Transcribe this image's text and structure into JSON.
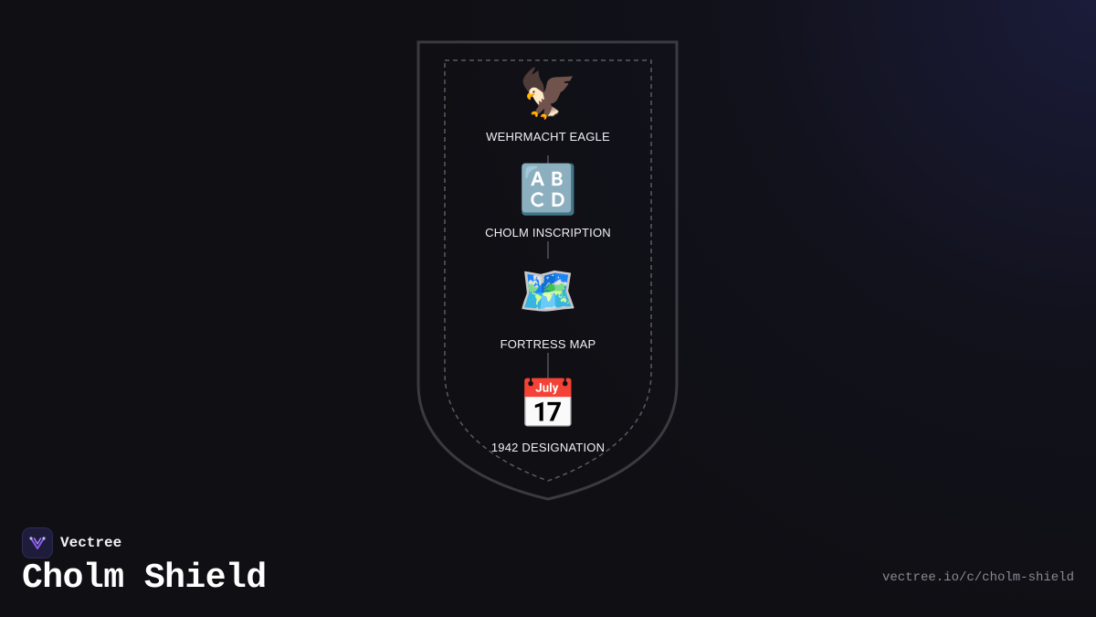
{
  "diagram": {
    "nodes": [
      {
        "icon": "🦅",
        "icon_name": "eagle-icon",
        "label": "WEHRMACHT EAGLE"
      },
      {
        "icon": "🔠",
        "icon_name": "letters-abcd-icon",
        "label": "CHOLM INSCRIPTION"
      },
      {
        "icon": "🗺️",
        "icon_name": "world-map-icon",
        "label": "FORTRESS MAP"
      },
      {
        "icon": "📅",
        "icon_name": "calendar-icon",
        "label": "1942 DESIGNATION"
      }
    ]
  },
  "brand": {
    "name": "Vectree",
    "logo_icon": "vectree-logo-icon",
    "accent": "#8b5cf6"
  },
  "page": {
    "title": "Cholm Shield",
    "url": "vectree.io/c/cholm-shield"
  },
  "colors": {
    "background": "#0f0f14",
    "shield_outline": "#3a3a40",
    "shield_inner_dash": "#5a5a62",
    "connector": "#55555c"
  }
}
